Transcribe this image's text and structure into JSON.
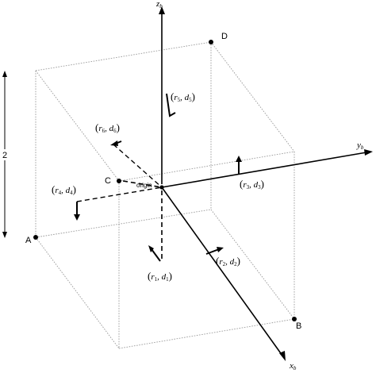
{
  "vertices": {
    "a": "A",
    "b": "B",
    "c": "C",
    "d": "D"
  },
  "origin_label": "origin",
  "dimension_label": "2",
  "axes": {
    "z": {
      "letter": "z",
      "sub": "b"
    },
    "y": {
      "letter": "y",
      "sub": "b"
    },
    "x": {
      "letter": "x",
      "sub": "b"
    }
  },
  "pairs": [
    {
      "r": "r",
      "rs": "1",
      "d": "d",
      "ds": "1"
    },
    {
      "r": "r",
      "rs": "2",
      "d": "d",
      "ds": "2"
    },
    {
      "r": "r",
      "rs": "3",
      "d": "d",
      "ds": "3"
    },
    {
      "r": "r",
      "rs": "4",
      "d": "d",
      "ds": "4"
    },
    {
      "r": "r",
      "rs": "5",
      "d": "d",
      "ds": "5"
    },
    {
      "r": "r",
      "rs": "6",
      "d": "d",
      "ds": "6"
    }
  ]
}
